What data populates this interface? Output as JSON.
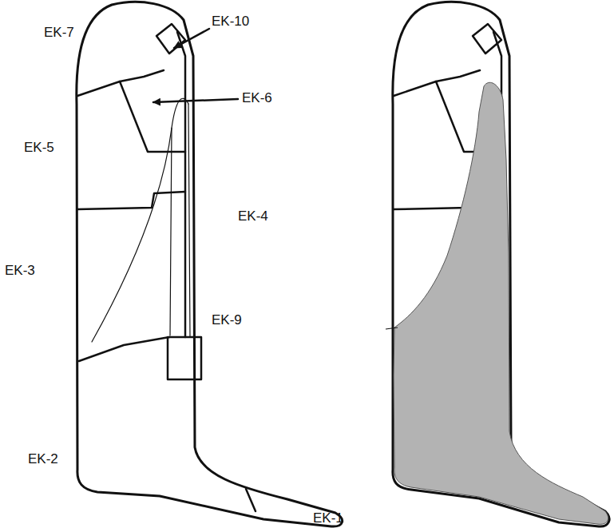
{
  "diagram": {
    "labels": [
      "EK-7",
      "EK-10",
      "EK-6",
      "EK-5",
      "EK-4",
      "EK-3",
      "EK-9",
      "EK-2",
      "EK-1"
    ]
  }
}
